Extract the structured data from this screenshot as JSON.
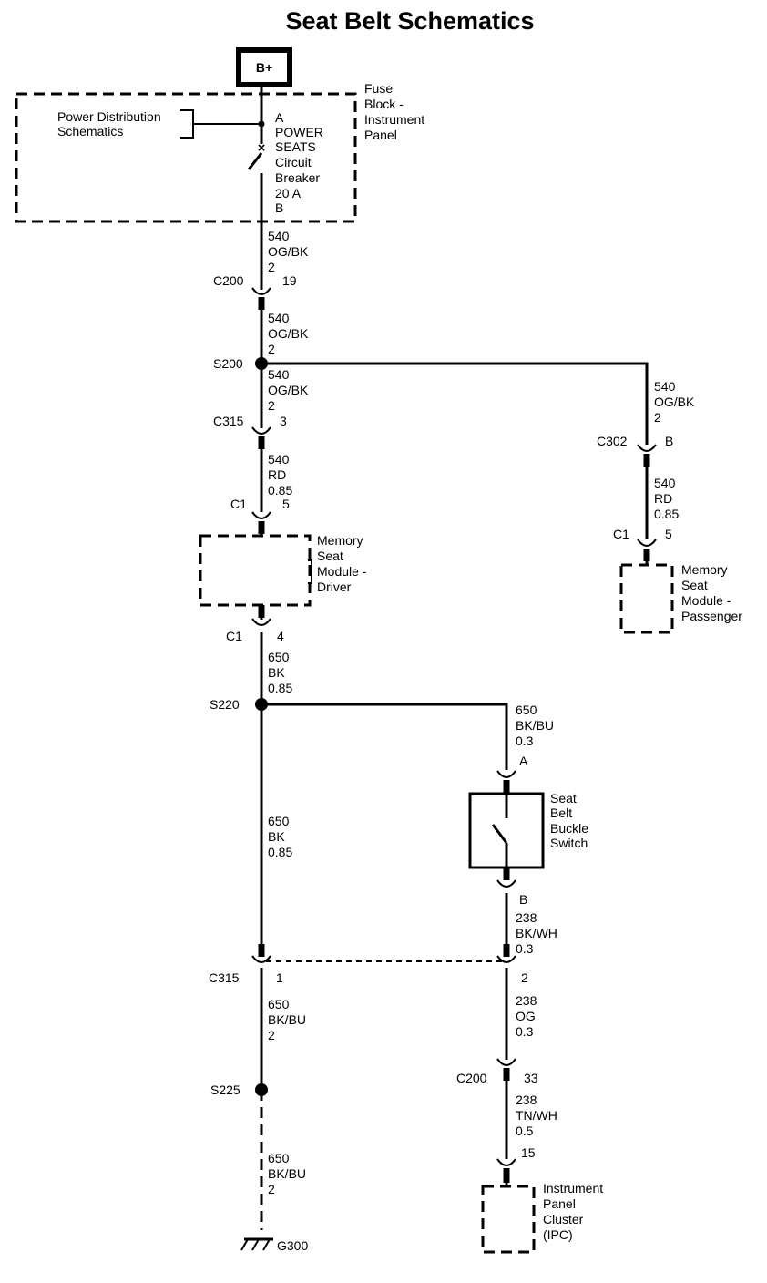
{
  "title": "Seat Belt Schematics",
  "power": {
    "label": "B+"
  },
  "fuse_block": {
    "name_lines": [
      "Fuse",
      "Block -",
      "Instrument",
      "Panel"
    ],
    "reference_lines": [
      "Power Distribution",
      "Schematics"
    ],
    "breaker_lines": [
      "A",
      "POWER",
      "SEATS",
      "Circuit",
      "Breaker",
      "20 A",
      "B"
    ]
  },
  "connectors": {
    "c200_top": {
      "name": "C200",
      "pin": "19"
    },
    "c315_top": {
      "name": "C315",
      "pin": "3"
    },
    "c1_driver_in": {
      "name": "C1",
      "pin": "5"
    },
    "c1_driver_out": {
      "name": "C1",
      "pin": "4"
    },
    "c302": {
      "name": "C302",
      "pin": "B"
    },
    "c1_passenger": {
      "name": "C1",
      "pin": "5"
    },
    "switch_a": {
      "pin": "A"
    },
    "switch_b": {
      "pin": "B"
    },
    "c315_bottom_left": {
      "name": "C315",
      "pin": "1"
    },
    "c315_bottom_right": {
      "pin": "2"
    },
    "c200_bottom": {
      "name": "C200",
      "pin": "33"
    },
    "ipc_pin": {
      "pin": "15"
    }
  },
  "splices": {
    "s200": "S200",
    "s220": "S220",
    "s225": "S225"
  },
  "ground": "G300",
  "wires": {
    "w1": [
      "540",
      "OG/BK",
      "2"
    ],
    "w2": [
      "540",
      "OG/BK",
      "2"
    ],
    "w3": [
      "540",
      "OG/BK",
      "2"
    ],
    "w4": [
      "540",
      "RD",
      "0.85"
    ],
    "w5": [
      "540",
      "OG/BK",
      "2"
    ],
    "w6": [
      "540",
      "RD",
      "0.85"
    ],
    "w7": [
      "650",
      "BK",
      "0.85"
    ],
    "w8": [
      "650",
      "BK/BU",
      "0.3"
    ],
    "w9": [
      "650",
      "BK",
      "0.85"
    ],
    "w10": [
      "238",
      "BK/WH",
      "0.3"
    ],
    "w11": [
      "650",
      "BK/BU",
      "2"
    ],
    "w12": [
      "238",
      "OG",
      "0.3"
    ],
    "w13": [
      "238",
      "TN/WH",
      "0.5"
    ],
    "w14": [
      "650",
      "BK/BU",
      "2"
    ]
  },
  "components": {
    "driver_module": [
      "Memory",
      "Seat",
      "Module -",
      "Driver"
    ],
    "passenger_module": [
      "Memory",
      "Seat",
      "Module -",
      "Passenger"
    ],
    "buckle_switch": [
      "Seat",
      "Belt",
      "Buckle",
      "Switch"
    ],
    "ipc": [
      "Instrument",
      "Panel",
      "Cluster",
      "(IPC)"
    ]
  }
}
